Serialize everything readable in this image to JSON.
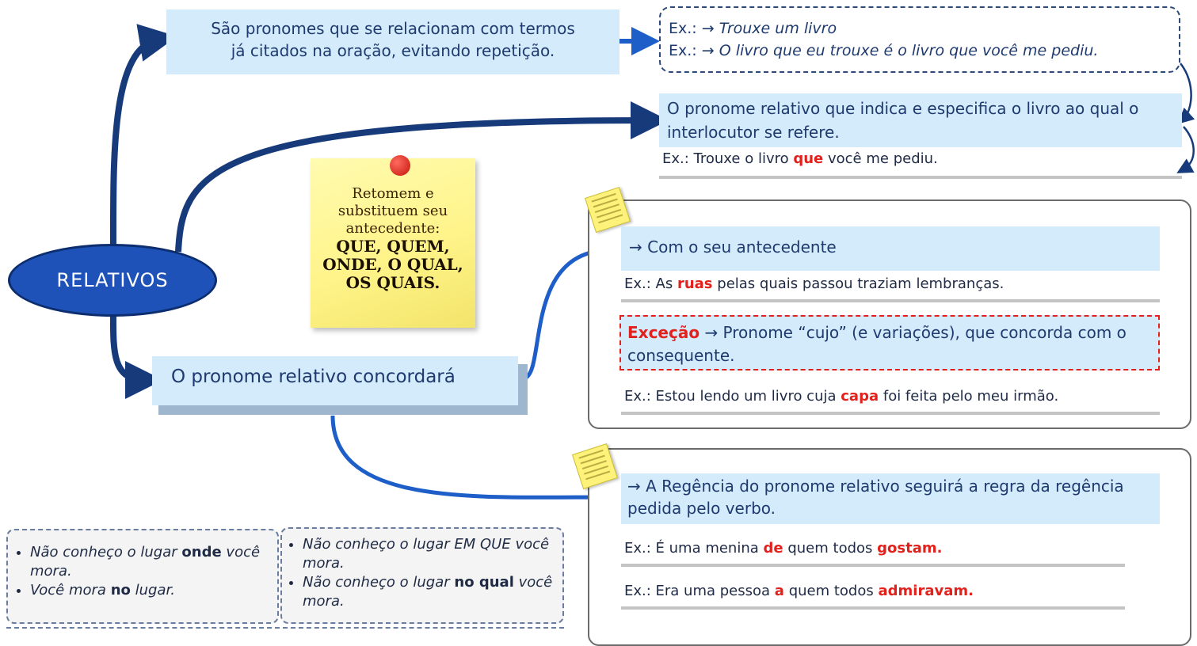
{
  "root": {
    "label": "RELATIVOS"
  },
  "definition": {
    "line1": "São pronomes que se relacionam com termos",
    "line2": "já citados na oração, evitando repetição."
  },
  "examples_top": {
    "prefix": "Ex.: →",
    "ex1": "Trouxe um livro",
    "ex2": "O livro que eu trouxe é o livro que você me pediu."
  },
  "specifies": {
    "text": "O pronome relativo que indica e especifica o livro ao qual o interlocutor se refere.",
    "example_prefix": "Ex.: Trouxe o livro",
    "example_highlight": "que",
    "example_suffix": "você me pediu."
  },
  "note": {
    "line1": "Retomem e",
    "line2": "substituem seu",
    "line3": "antecedente:",
    "words1": "QUE, QUEM,",
    "words2": "ONDE, O QUAL,",
    "words3": "OS QUAIS."
  },
  "agreement": {
    "label": "O pronome relativo concordará",
    "antecedent": "→ Com o seu antecedente",
    "ex1_prefix": "Ex.: As",
    "ex1_highlight": "ruas",
    "ex1_suffix": "pelas quais passou traziam lembranças.",
    "exception_label": "Exceção",
    "exception_text": "→ Pronome “cujo” (e variações), que concorda com o consequente.",
    "ex2_prefix": "Ex.: Estou lendo um livro cuja",
    "ex2_highlight": "capa",
    "ex2_suffix": "foi feita pelo meu irmão."
  },
  "regency": {
    "text": "→ A Regência do pronome relativo seguirá a regra da regência pedida pelo verbo.",
    "ex1_prefix": "Ex.: É uma menina",
    "ex1_h1": "de",
    "ex1_mid": "quem todos",
    "ex1_h2": "gostam.",
    "ex2_prefix": "Ex.: Era uma pessoa",
    "ex2_h1": "a",
    "ex2_mid": "quem todos",
    "ex2_h2": "admiravam."
  },
  "bullets_left": {
    "b1_pre": "Não conheço o lugar",
    "b1_bold": "onde",
    "b1_post": "você mora.",
    "b2_pre": "Você mora",
    "b2_bold": "no",
    "b2_post": "lugar."
  },
  "bullets_right": {
    "b1": "Não conheço o lugar EM QUE você mora.",
    "b2_pre": "Não conheço o lugar",
    "b2_bold": "no qual",
    "b2_post": "você mora."
  },
  "colors": {
    "dark_blue": "#163a7a",
    "bright_blue": "#1e5ec8",
    "light_fill": "#d3ebfb",
    "red": "#e2211c"
  }
}
